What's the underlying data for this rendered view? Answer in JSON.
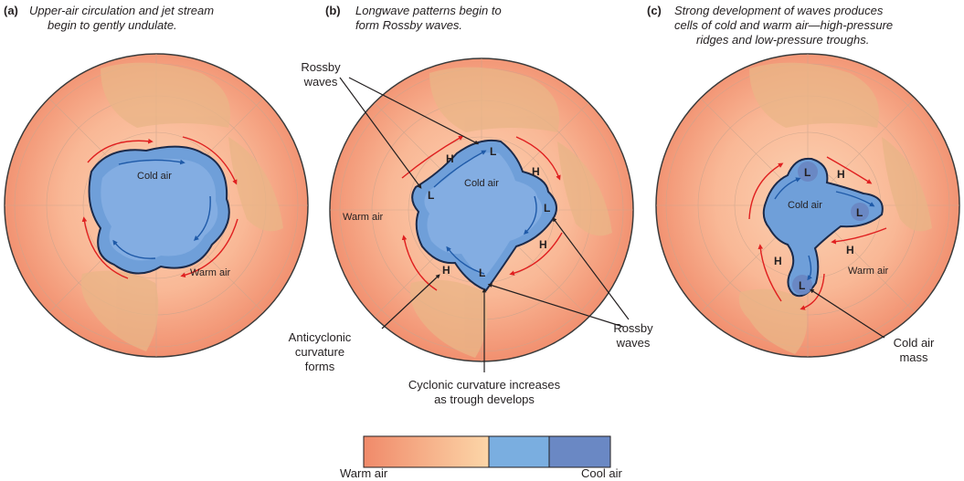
{
  "panels": [
    {
      "letter": "(a)",
      "caption_lines": [
        "Upper-air circulation and jet stream",
        "begin to gently undulate."
      ],
      "labels": {
        "cold": "Cold air",
        "warm": "Warm air"
      }
    },
    {
      "letter": "(b)",
      "caption_lines": [
        "Longwave patterns begin to",
        "form Rossby waves."
      ],
      "labels": {
        "cold": "Cold air",
        "warm": "Warm air"
      }
    },
    {
      "letter": "(c)",
      "caption_lines": [
        "Strong development of waves produces",
        "cells of cold and warm air—high-pressure",
        "ridges and low-pressure troughs."
      ],
      "labels": {
        "cold": "Cold air",
        "warm": "Warm air"
      }
    }
  ],
  "pressure": {
    "high": "H",
    "low": "L"
  },
  "annotations": {
    "rossby_top": [
      "Rossby",
      "waves"
    ],
    "rossby_right": [
      "Rossby",
      "waves"
    ],
    "anticyclonic": [
      "Anticyclonic",
      "curvature",
      "forms"
    ],
    "cyclonic": [
      "Cyclonic curvature increases",
      "as trough develops"
    ],
    "cold_mass": [
      "Cold air",
      "mass"
    ]
  },
  "legend": {
    "left_label": "Warm air",
    "right_label": "Cool air",
    "colors": [
      "#f08a6a",
      "#fcd6a8",
      "#7aaee0",
      "#6a88c4"
    ]
  },
  "colors": {
    "globe_warm": "#f6a382",
    "globe_center": "#fbd0b0",
    "cold_fill": "#6f9fd9",
    "arrow_warm": "#e02020",
    "arrow_cold": "#1f5aa8"
  }
}
